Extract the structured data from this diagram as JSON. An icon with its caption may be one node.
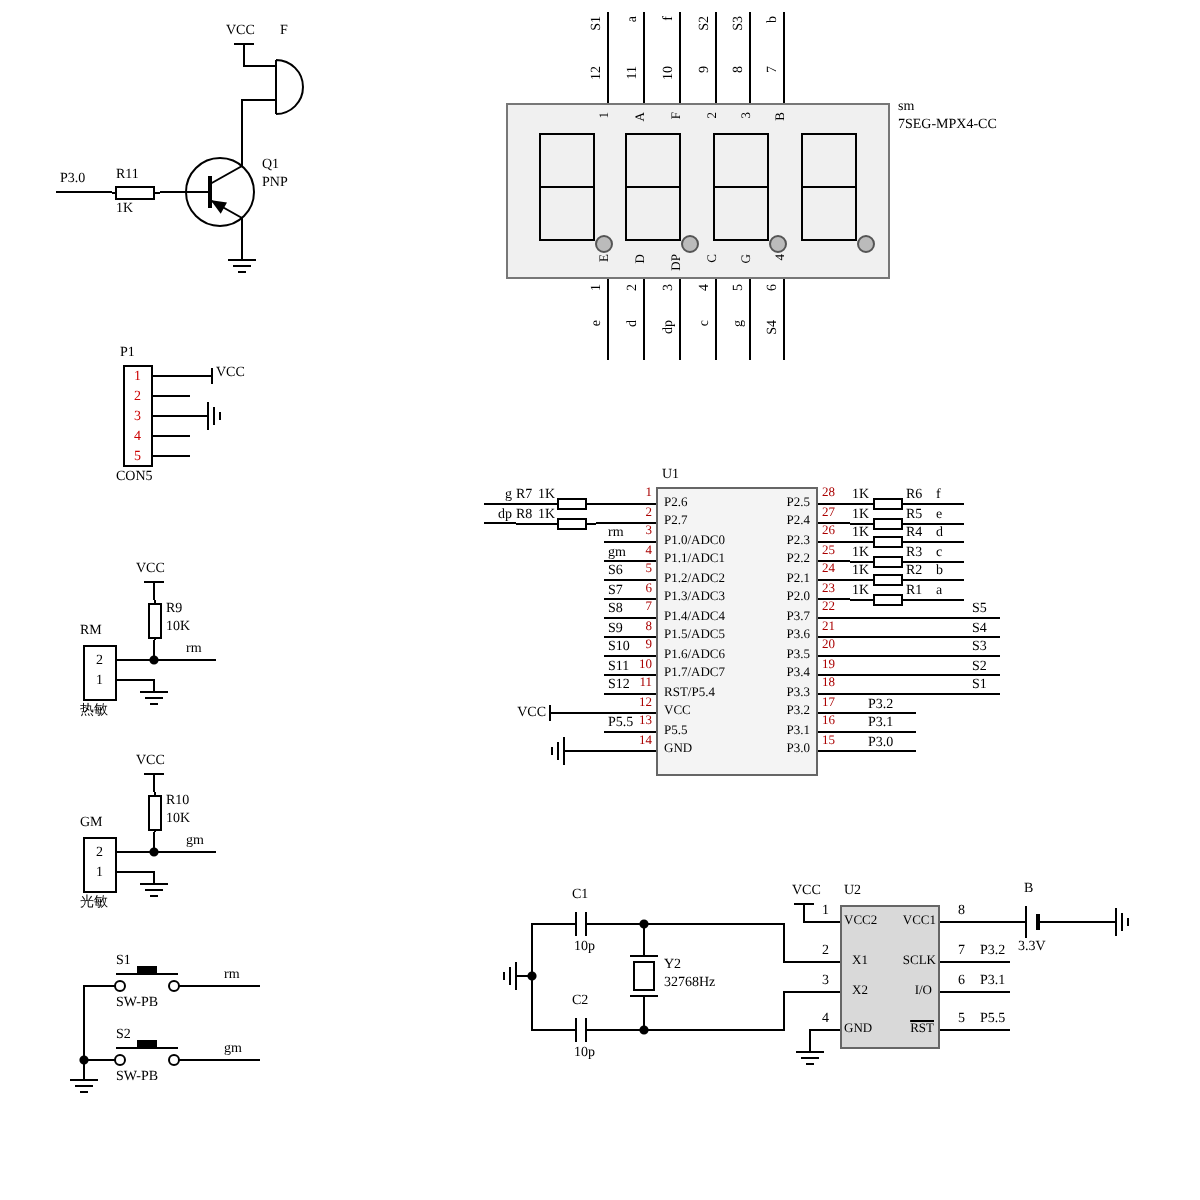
{
  "diagram": {
    "nodes": [
      {
        "text": [
          "F"
        ],
        "beside": [
          "VCC"
        ]
      },
      {
        "text": [
          "Q1",
          "PNP"
        ]
      },
      {
        "text": [
          "R11",
          "1K"
        ],
        "beside": [
          "P3.0"
        ]
      },
      {
        "text": [
          "P1",
          "1",
          "2",
          "3",
          "4",
          "5",
          "CON5"
        ]
      },
      {
        "text": [
          "RM",
          "2",
          "1",
          "热敏"
        ]
      },
      {
        "text": [
          "R9",
          "10K"
        ]
      },
      {
        "text": [
          "GM",
          "2",
          "1",
          "光敏"
        ]
      },
      {
        "text": [
          "R10",
          "10K"
        ]
      },
      {
        "text": [
          "S1",
          "SW-PB"
        ],
        "beside": [
          "rm"
        ]
      },
      {
        "text": [
          "S2",
          "SW-PB"
        ],
        "beside": [
          "gm"
        ]
      },
      {
        "text": [
          "1",
          "A",
          "F",
          "2",
          "3",
          "B",
          "E",
          "D",
          "DP",
          "C",
          "G",
          "4"
        ],
        "beside": [
          "sm",
          "7SEG-MPX4-CC",
          "S1",
          "a",
          "f",
          "S2",
          "S3",
          "b",
          "12",
          "11",
          "10",
          "9",
          "8",
          "7",
          "1",
          "2",
          "3",
          "4",
          "5",
          "6",
          "e",
          "d",
          "dp",
          "c",
          "g",
          "S4"
        ]
      },
      {
        "text": [
          "U1",
          "P2.6",
          "P2.7",
          "P1.0/ADC0",
          "P1.1/ADC1",
          "P1.2/ADC2",
          "P1.3/ADC3",
          "P1.4/ADC4",
          "P1.5/ADC5",
          "P1.6/ADC6",
          "P1.7/ADC7",
          "RST/P5.4",
          "VCC",
          "P5.5",
          "GND",
          "P2.5",
          "P2.4",
          "P2.3",
          "P2.2",
          "P2.1",
          "P2.0",
          "P3.7",
          "P3.6",
          "P3.5",
          "P3.4",
          "P3.3",
          "P3.2",
          "P3.1",
          "P3.0"
        ],
        "beside": [
          "1",
          "2",
          "3",
          "4",
          "5",
          "6",
          "7",
          "8",
          "9",
          "10",
          "11",
          "12",
          "13",
          "14",
          "rm",
          "gm",
          "S6",
          "S7",
          "S8",
          "S9",
          "S10",
          "S11",
          "S12",
          "P5.5",
          "28",
          "27",
          "26",
          "25",
          "24",
          "23",
          "22",
          "21",
          "20",
          "19",
          "18",
          "17",
          "16",
          "15",
          "S5",
          "S4",
          "S3",
          "S2",
          "S1",
          "P3.2",
          "P3.1",
          "P3.0"
        ]
      },
      {
        "text": [
          "R7",
          "1K"
        ],
        "beside": [
          "g"
        ]
      },
      {
        "text": [
          "R8",
          "1K"
        ],
        "beside": [
          "dp"
        ]
      },
      {
        "text": [
          "1K",
          "R6",
          "f"
        ]
      },
      {
        "text": [
          "1K",
          "R5",
          "e"
        ]
      },
      {
        "text": [
          "1K",
          "R4",
          "d"
        ]
      },
      {
        "text": [
          "1K",
          "R3",
          "c"
        ]
      },
      {
        "text": [
          "1K",
          "R2",
          "b"
        ]
      },
      {
        "text": [
          "1K",
          "R1",
          "a"
        ]
      },
      {
        "text": [
          "U2",
          "VCC2",
          "VCC1",
          "X1",
          "SCLK",
          "X2",
          "I/O",
          "GND",
          "RST"
        ],
        "beside": [
          "1",
          "2",
          "3",
          "4",
          "8",
          "7",
          "6",
          "5",
          "P3.2",
          "P3.1",
          "P5.5"
        ]
      },
      {
        "text": [
          "C1",
          "10p"
        ]
      },
      {
        "text": [
          "C2",
          "10p"
        ]
      },
      {
        "text": [
          "Y2",
          "32768Hz"
        ]
      },
      {
        "text": [
          "B",
          "3.3V"
        ]
      }
    ],
    "edges": [
      {
        "from": 2,
        "to": 1,
        "arrow": "none"
      },
      {
        "from": 1,
        "to": 0,
        "arrow": "none"
      },
      {
        "from": 5,
        "to": 4,
        "arrow": "none"
      },
      {
        "from": 7,
        "to": 6,
        "arrow": "none"
      },
      {
        "from": 8,
        "to": 9,
        "arrow": "none"
      },
      {
        "from": 12,
        "to": 11,
        "arrow": "none"
      },
      {
        "from": 13,
        "to": 11,
        "arrow": "none"
      },
      {
        "from": 11,
        "to": 14,
        "arrow": "none"
      },
      {
        "from": 11,
        "to": 15,
        "arrow": "none"
      },
      {
        "from": 11,
        "to": 16,
        "arrow": "none"
      },
      {
        "from": 11,
        "to": 17,
        "arrow": "none"
      },
      {
        "from": 11,
        "to": 18,
        "arrow": "none"
      },
      {
        "from": 11,
        "to": 19,
        "arrow": "none"
      },
      {
        "from": 21,
        "to": 22,
        "arrow": "none"
      },
      {
        "from": 21,
        "to": 20,
        "arrow": "none"
      },
      {
        "from": 22,
        "to": 20,
        "arrow": "none"
      },
      {
        "from": 20,
        "to": 24,
        "arrow": "none"
      }
    ],
    "labels": [
      "VCC",
      "VCC",
      "rm",
      "VCC",
      "gm",
      "VCC",
      "VCC"
    ]
  }
}
